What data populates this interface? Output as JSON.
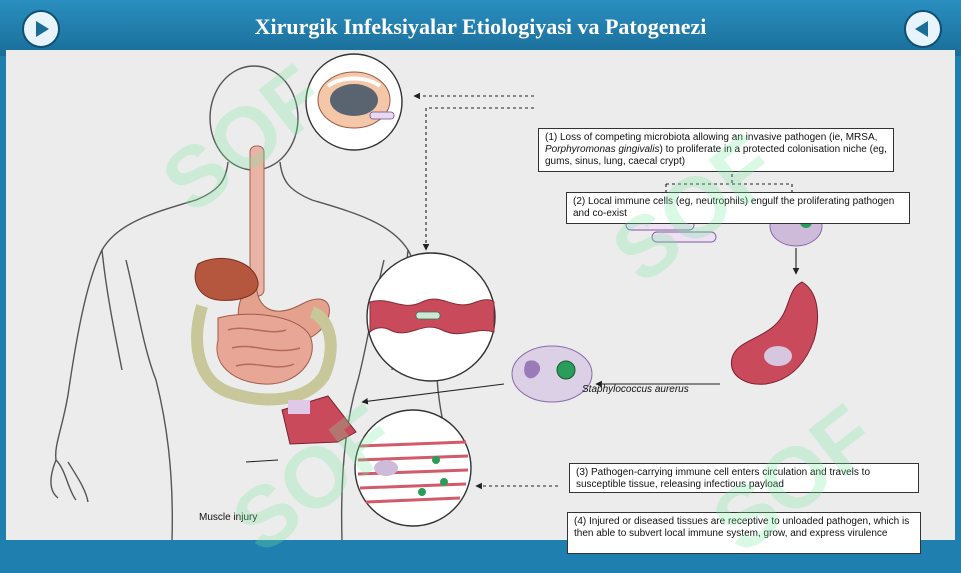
{
  "header": {
    "title": "Xirurgik Infeksiyalar Etiologiyasi va Patogenezi"
  },
  "steps": {
    "s1_pre": "(1) Loss of competing  microbiota allowing an invasive pathogen (ie, MRSA, ",
    "s1_italic": "Porphyromonas gingivalis",
    "s1_post": ") to proliferate in a protected colonisation niche (eg, gums, sinus, lung, caecal crypt)",
    "s2": "(2) Local immune cells (eg, neutrophils)  engulf the proliferating pathogen and co-exist",
    "s3": "(3) Pathogen-carrying immune cell enters circulation and travels to susceptible tissue, releasing infectious payload",
    "s4": "(4) Injured or diseased tissues are receptive to unloaded pathogen, which is then able to subvert local immune system, grow, and express virulence"
  },
  "labels": {
    "staph": "Staphylococcus aurerus",
    "muscle": "Muscle injury"
  },
  "watermark": "SOF",
  "colors": {
    "header": "#1f7fae",
    "arrow": "#222222",
    "tissue": "#c94a5a",
    "cell": "#cdbbd9",
    "bacteria": "#2a9d5a"
  },
  "icons": {
    "next": "play-right-icon",
    "prev": "play-left-icon"
  }
}
